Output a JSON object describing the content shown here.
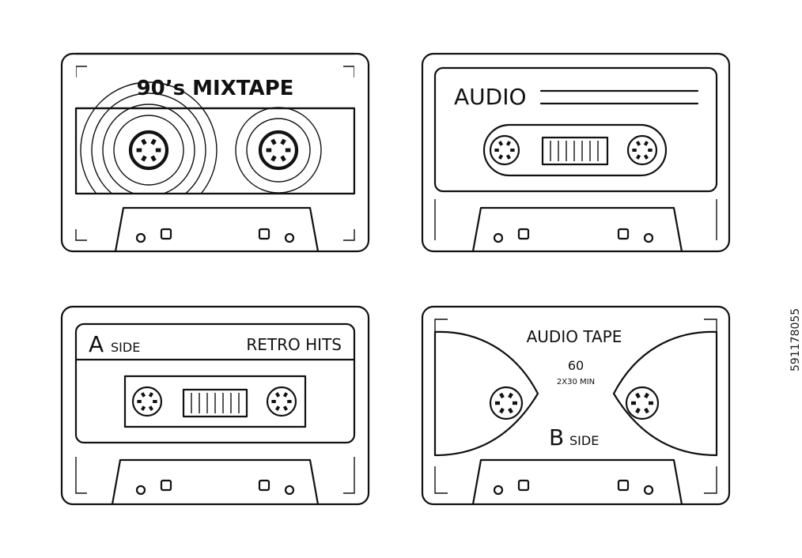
{
  "cassettes": [
    {
      "title": "90’s MIXTAPE"
    },
    {
      "title": "AUDIO"
    },
    {
      "side_letter": "A",
      "side_word": "SIDE",
      "title": "RETRO HITS"
    },
    {
      "title": "AUDIO TAPE",
      "duration": "60",
      "duration_detail": "2X30 MIN",
      "side_letter": "B",
      "side_word": "SIDE"
    }
  ],
  "stock_id": "591178055",
  "colors": {
    "line": "#111111",
    "background": "#ffffff"
  }
}
